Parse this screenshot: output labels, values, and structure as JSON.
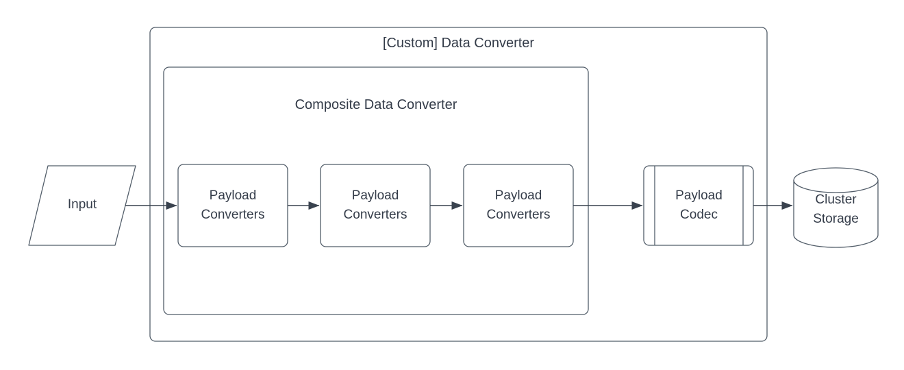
{
  "diagram": {
    "outer_container": {
      "title": "[Custom] Data Converter"
    },
    "inner_container": {
      "title": "Composite Data Converter"
    },
    "nodes": {
      "input": {
        "label": "Input",
        "shape": "parallelogram"
      },
      "converter1": {
        "label": "Payload Converters",
        "shape": "rounded-rectangle"
      },
      "converter2": {
        "label": "Payload Converters",
        "shape": "rounded-rectangle"
      },
      "converter3": {
        "label": "Payload Converters",
        "shape": "rounded-rectangle"
      },
      "codec": {
        "label": "Payload Codec",
        "shape": "predefined-process"
      },
      "storage": {
        "label": "Cluster Storage",
        "shape": "cylinder"
      }
    },
    "edges": [
      {
        "from": "input",
        "to": "converter1"
      },
      {
        "from": "converter1",
        "to": "converter2"
      },
      {
        "from": "converter2",
        "to": "converter3"
      },
      {
        "from": "converter3",
        "to": "codec"
      },
      {
        "from": "codec",
        "to": "storage"
      }
    ],
    "colors": {
      "background": "#ffffff",
      "shape_fill": "#ffffff",
      "shape_stroke": "#525d69",
      "arrow": "#39424e",
      "text": "#343c49"
    }
  }
}
